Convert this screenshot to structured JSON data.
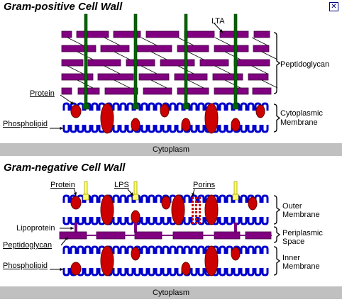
{
  "close_glyph": "✕",
  "gram_positive": {
    "title": "Gram-positive Cell Wall",
    "labels": {
      "lta": "LTA",
      "peptidoglycan": "Peptidoglycan",
      "protein": "Protein",
      "phospholipid": "Phospholipid",
      "membrane_line1": "Cytoplasmic",
      "membrane_line2": "Membrane"
    },
    "cytoplasm": "Cytoplasm"
  },
  "gram_negative": {
    "title": "Gram-negative Cell Wall",
    "labels": {
      "protein": "Protein",
      "lps": "LPS",
      "porins": "Porins",
      "outer_line1": "Outer",
      "outer_line2": "Membrane",
      "lipoprotein": "Lipoprotein",
      "periplasmic_line1": "Periplasmic",
      "periplasmic_line2": "Space",
      "peptidoglycan": "Peptidoglycan",
      "phospholipid": "Phospholipid",
      "inner_line1": "Inner",
      "inner_line2": "Membrane"
    },
    "cytoplasm": "Cytoplasm"
  },
  "colors": {
    "peptidoglycan": "#800080",
    "lipid_head": "#0000cc",
    "protein": "#cc0000",
    "lta": "#006600",
    "lps": "#ffff66",
    "cytoplasm_bar": "#c0c0c0"
  }
}
